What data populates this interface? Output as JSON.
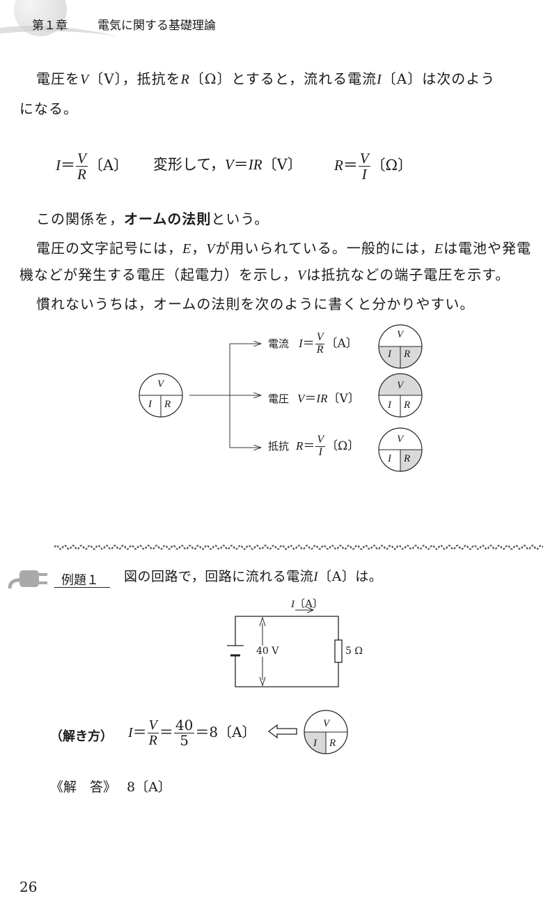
{
  "header": {
    "chapter": "第１章",
    "title": "電気に関する基礎理論"
  },
  "intro": {
    "line1_a": "電圧を",
    "line1_V": "V",
    "line1_b": "〔V〕，抵抗を",
    "line1_R": "R",
    "line1_c": "〔Ω〕とすると，流れる電流",
    "line1_I": "I",
    "line1_d": "〔A〕は次のよう",
    "line2": "になる。"
  },
  "formulas": {
    "f1_I": "I",
    "f1_eq": "＝",
    "f1_num": "V",
    "f1_den": "R",
    "f1_unit": "〔A〕",
    "f2_pre": "変形して，",
    "f2_V": "V",
    "f2_eq": "＝",
    "f2_IR": "IR",
    "f2_unit": "〔V〕",
    "f3_R": "R",
    "f3_eq": "＝",
    "f3_num": "V",
    "f3_den": "I",
    "f3_unit": "〔Ω〕"
  },
  "paragraphs": {
    "p1_a": "この関係を，",
    "p1_bold": "オームの法則",
    "p1_b": "という。",
    "p2_a": "電圧の文字記号には，",
    "p2_E": "E",
    "p2_comma": "，",
    "p2_V": "V",
    "p2_b": "が用いられている。一般的には，",
    "p2_E2": "E",
    "p2_c": "は電池や発電",
    "p3_a": "機などが発生する電圧（起電力）を示し，",
    "p3_V": "V",
    "p3_b": "は抵抗などの端子電圧を示す。",
    "p4": "慣れないうちは，オームの法則を次のように書くと分かりやすい。"
  },
  "diagram": {
    "circle_V": "V",
    "circle_I": "I",
    "circle_R": "R",
    "row1_label": "電流",
    "row1_I": "I",
    "row1_eq": "＝",
    "row1_num": "V",
    "row1_den": "R",
    "row1_unit": "〔A〕",
    "row2_label": "電圧",
    "row2_V": "V",
    "row2_eq": "＝",
    "row2_IR": "IR",
    "row2_unit": "〔V〕",
    "row3_label": "抵抗",
    "row3_R": "R",
    "row3_eq": "＝",
    "row3_num": "V",
    "row3_den": "I",
    "row3_unit": "〔Ω〕",
    "shade_color": "#d9d9d9"
  },
  "example": {
    "label": "例題１",
    "question_a": "図の回路で，回路に流れる電流",
    "question_I": "I",
    "question_b": "〔A〕は。",
    "plug_icon": "plug-icon"
  },
  "circuit": {
    "current_I": "I",
    "current_unit": "〔A〕",
    "voltage": "40 V",
    "resistance": "5 Ω"
  },
  "solution": {
    "label": "（解き方）",
    "I": "I",
    "eq1": "＝",
    "num1": "V",
    "den1": "R",
    "eq2": "＝",
    "num2": "40",
    "den2": "5",
    "eq3": "＝",
    "result": "8〔A〕"
  },
  "answer": {
    "label": "《解　答》",
    "value": "8〔A〕"
  },
  "page_number": "26"
}
